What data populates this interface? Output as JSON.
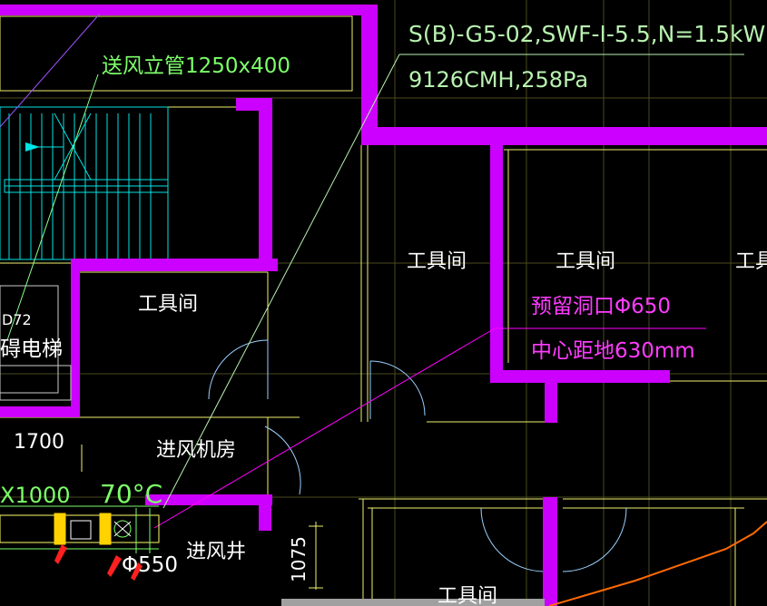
{
  "colors": {
    "background": "#000000",
    "wall": "#cc00ff",
    "outline": "#f0f070",
    "grid": "#4a4a1e",
    "stair": "#00e5e5",
    "leader": "#8cff8c",
    "magenta_leader": "#ff00ff",
    "duct": "#ffff66",
    "pipe": "#ff6a00",
    "arrow": "#ff2020"
  },
  "fan_label": {
    "line1": "S(B)-G5-02,SWF-I-5.5,N=1.5kW",
    "line2": "9126CMH,258Pa"
  },
  "duct_riser_label": "送风立管1250x400",
  "rooms": {
    "tool_room_center": "工具间",
    "tool_room_right": "工具间",
    "tool_room_edge": "工具",
    "tool_room_left": "工具间",
    "tool_room_bottom": "工具间",
    "air_intake_room": "进风机房",
    "air_intake_shaft": "进风井",
    "elevator": "碍电梯",
    "elevator_tag": "D72"
  },
  "opening_note": {
    "line1": "预留洞口Φ650",
    "line2": "中心距地630mm"
  },
  "dimensions": {
    "width_1700": "1700",
    "duct_x1000": "X1000",
    "temp_70c": "70°C",
    "dia_550": "Φ550",
    "height_1075": "1075"
  },
  "icons": [
    "stair-up-arrow-icon",
    "door-swing-icon",
    "fire-damper-icon",
    "flow-arrow-icon"
  ]
}
